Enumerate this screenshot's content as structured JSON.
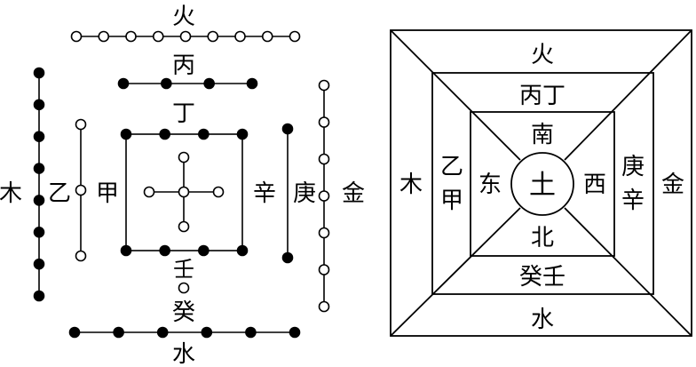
{
  "river_chart": {
    "fire": "火",
    "bing": "丙",
    "ding": "丁",
    "ren": "壬",
    "gui": "癸",
    "water": "水",
    "wood": "木",
    "yi": "乙",
    "jia": "甲",
    "xin": "辛",
    "geng": "庚",
    "metal": "金"
  },
  "square_chart": {
    "top_outer": "火",
    "top_middle": "丙丁",
    "top_inner": "南",
    "center": "土",
    "bottom_inner": "北",
    "bottom_middle": "癸壬",
    "bottom_outer": "水",
    "left_outer": "木",
    "left_middle_top": "乙",
    "left_middle_bottom": "甲",
    "left_inner": "东",
    "right_inner": "西",
    "right_middle_top": "庚",
    "right_middle_bottom": "辛",
    "right_outer": "金"
  },
  "colors": {
    "stroke": "#000000",
    "filled_dot": "#000000",
    "hollow_dot": "#ffffff"
  }
}
